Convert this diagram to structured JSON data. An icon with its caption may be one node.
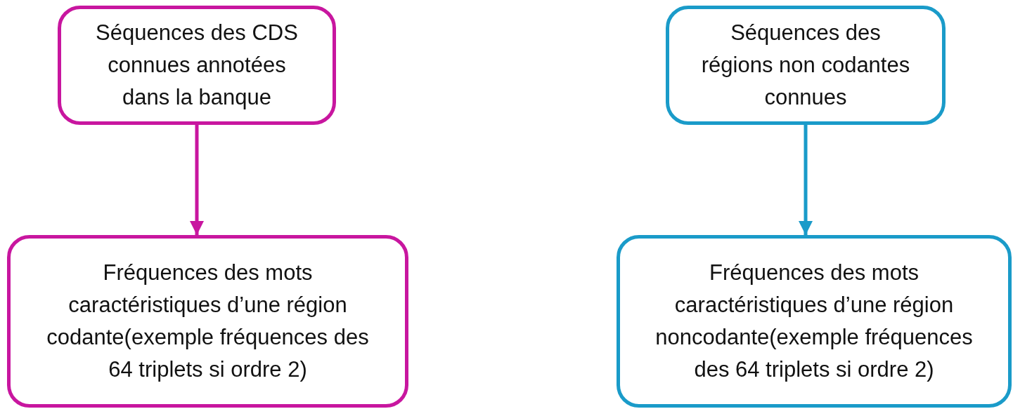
{
  "diagram": {
    "nodes": [
      {
        "text": [
          "Séquences des CDS connues annotées dans la banque"
        ]
      },
      {
        "text": [
          "Fréquences des mots caractéristiques d’une région codante(exemple fréquences des 64 triplets si ordre 2)"
        ]
      },
      {
        "text": [
          "Séquences des régions non codantes connues"
        ]
      },
      {
        "text": [
          "Fréquences des mots caractéristiques d’une région noncodante(exemple fréquences des 64 triplets si ordre 2)"
        ]
      }
    ],
    "edges": [
      {
        "from": 0,
        "to": 1,
        "arrow": "to",
        "color": "#c8169f"
      },
      {
        "from": 2,
        "to": 3,
        "arrow": "to",
        "color": "#1a9bc9"
      }
    ]
  }
}
